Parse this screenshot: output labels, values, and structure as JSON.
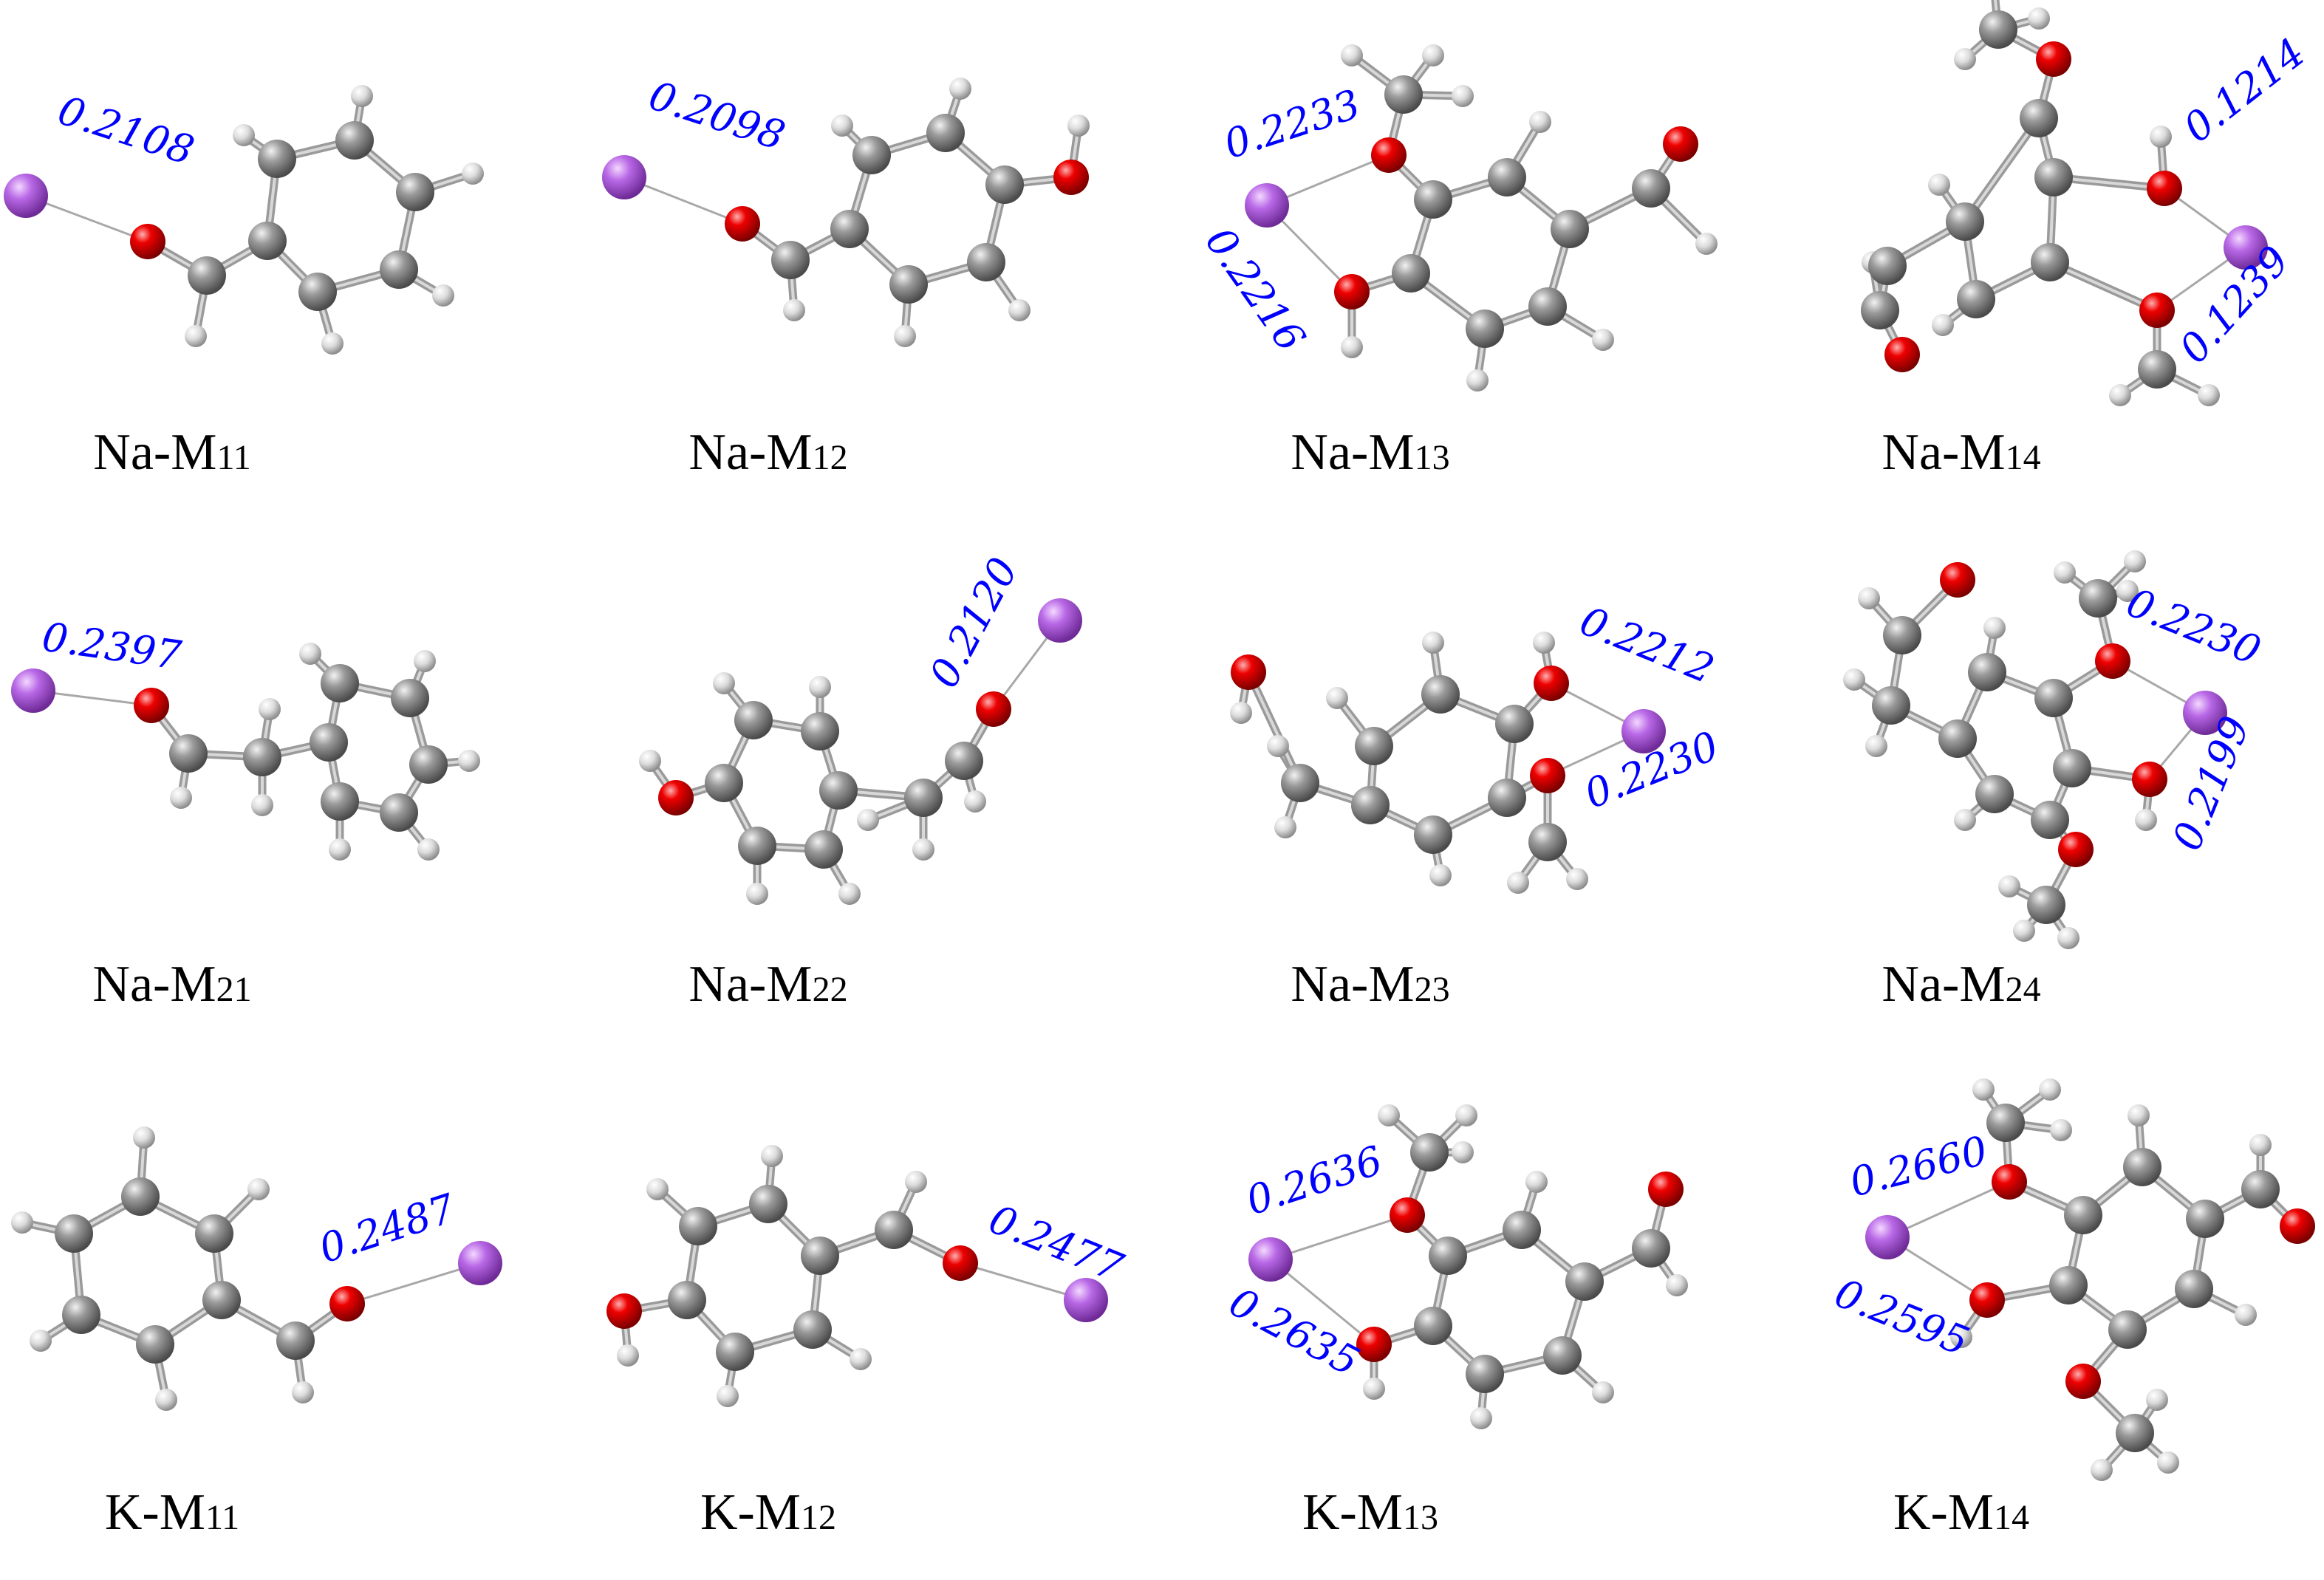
{
  "panels": [
    {
      "name": "Na-M",
      "sub": "11",
      "distances": [
        "0.2108"
      ]
    },
    {
      "name": "Na-M",
      "sub": "12",
      "distances": [
        "0.2098"
      ]
    },
    {
      "name": "Na-M",
      "sub": "13",
      "distances": [
        "0.2233",
        "0.2216"
      ]
    },
    {
      "name": "Na-M",
      "sub": "14",
      "distances": [
        "0.1214",
        "0.1239"
      ]
    },
    {
      "name": "Na-M",
      "sub": "21",
      "distances": [
        "0.2397"
      ]
    },
    {
      "name": "Na-M",
      "sub": "22",
      "distances": [
        "0.2120"
      ]
    },
    {
      "name": "Na-M",
      "sub": "23",
      "distances": [
        "0.2212",
        "0.2230"
      ]
    },
    {
      "name": "Na-M",
      "sub": "24",
      "distances": [
        "0.2230",
        "0.2199"
      ]
    },
    {
      "name": "K-M",
      "sub": "11",
      "distances": [
        "0.2487"
      ]
    },
    {
      "name": "K-M",
      "sub": "12",
      "distances": [
        "0.2477"
      ]
    },
    {
      "name": "K-M",
      "sub": "13",
      "distances": [
        "0.2636",
        "0.2635"
      ]
    },
    {
      "name": "K-M",
      "sub": "14",
      "distances": [
        "0.2660",
        "0.2595"
      ]
    }
  ],
  "colors": {
    "carbon": "#8a8a8a",
    "hydrogen": "#e6e6e6",
    "oxygen": "#e00000",
    "metal": "#b060e0",
    "distance_text": "#0000ff",
    "caption_text": "#000000",
    "bond": "#9a9a9a"
  }
}
